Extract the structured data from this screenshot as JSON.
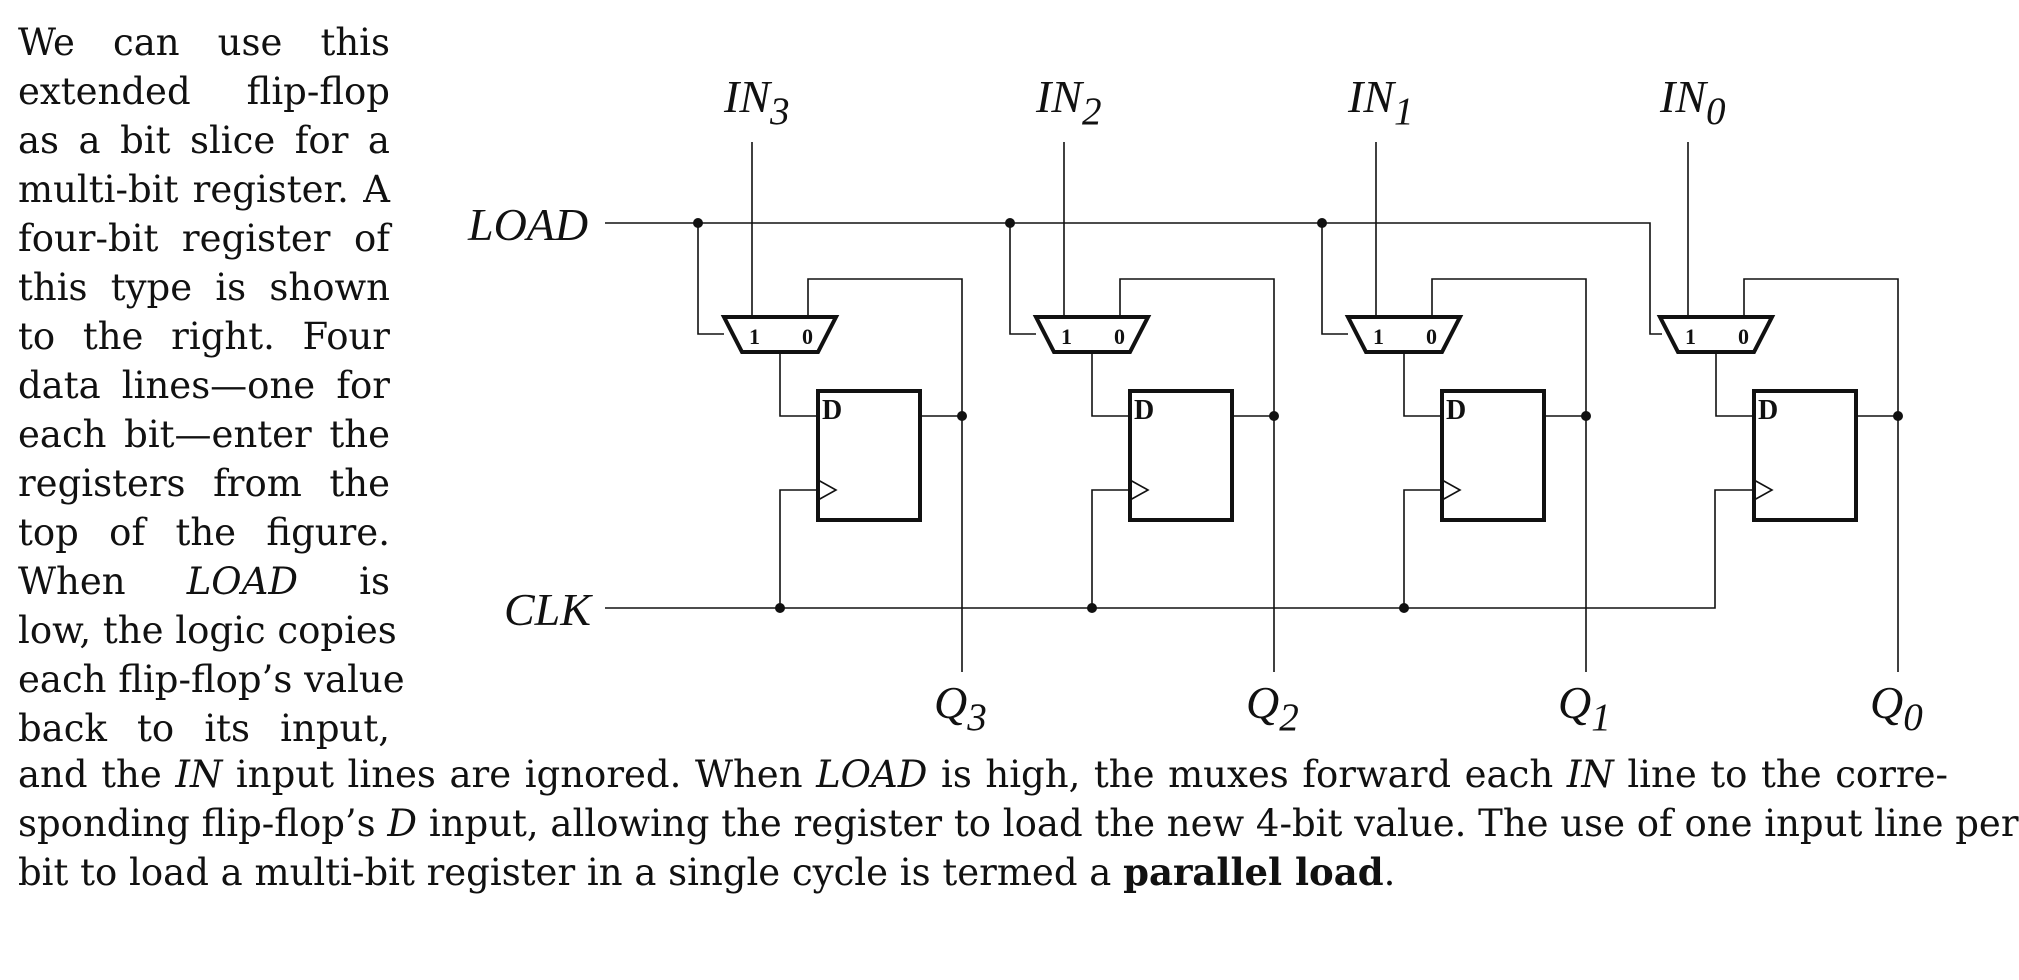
{
  "side_lines": [
    [
      "We",
      "can",
      "use",
      "this"
    ],
    [
      "extended",
      "flip-flop"
    ],
    [
      "as",
      "a",
      "bit",
      "slice",
      "for",
      "a"
    ],
    [
      "multi-bit",
      "register.",
      "A"
    ],
    [
      "four-bit",
      "register",
      "of"
    ],
    [
      "this",
      "type",
      "is",
      "shown"
    ],
    [
      "to",
      "the",
      "right.",
      "Four"
    ],
    [
      "data",
      "lines—one",
      "for"
    ],
    [
      "each",
      "bit—enter",
      "the"
    ],
    [
      "registers",
      "from",
      "the"
    ],
    [
      "top",
      "of",
      "the",
      "figure."
    ],
    [
      "When",
      "LOAD",
      "is"
    ],
    [
      "low, the logic copies"
    ],
    [
      "each flip-flop’s value"
    ],
    [
      "back",
      "to",
      "its",
      "input,"
    ]
  ],
  "bottom": {
    "line1": {
      "a": "and the ",
      "b": "IN",
      "c": " input lines are ignored.  When ",
      "d": "LOAD",
      "e": " is high, the muxes forward each ",
      "f": "IN",
      "g": " line to the corre-"
    },
    "line2": {
      "a": "sponding flip-flop’s ",
      "b": "D",
      "c": " input, allowing the register to load the new 4-bit value. The use of one input line per"
    },
    "line3": {
      "a": "bit to load a multi-bit register in a single cycle is termed a ",
      "b": "parallel load",
      "c": "."
    }
  },
  "diagram": {
    "load_label": "LOAD",
    "clk_label": "CLK",
    "bits": [
      {
        "in_base": "IN",
        "in_sub": "3",
        "q_base": "Q",
        "q_sub": "3",
        "mux_one": "1",
        "mux_zero": "0",
        "ff_label": "D"
      },
      {
        "in_base": "IN",
        "in_sub": "2",
        "q_base": "Q",
        "q_sub": "2",
        "mux_one": "1",
        "mux_zero": "0",
        "ff_label": "D"
      },
      {
        "in_base": "IN",
        "in_sub": "1",
        "q_base": "Q",
        "q_sub": "1",
        "mux_one": "1",
        "mux_zero": "0",
        "ff_label": "D"
      },
      {
        "in_base": "IN",
        "in_sub": "0",
        "q_base": "Q",
        "q_sub": "0",
        "mux_one": "1",
        "mux_zero": "0",
        "ff_label": "D"
      }
    ]
  }
}
